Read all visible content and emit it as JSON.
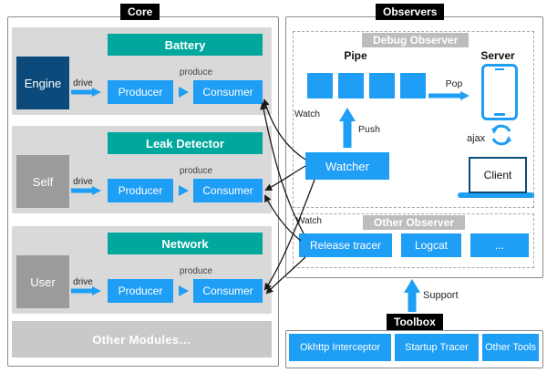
{
  "colors": {
    "accent_blue": "#1E9EF4",
    "teal": "#00A79D",
    "navy": "#0B4A7A",
    "panel_gray": "#D9D9D9",
    "source_gray": "#9B9B9B",
    "observer_label_gray": "#BDBDBD",
    "tag_black": "#000000"
  },
  "core": {
    "title": "Core",
    "rows": [
      {
        "source": "Engine",
        "module": "Battery"
      },
      {
        "source": "Self",
        "module": "Leak Detector"
      },
      {
        "source": "User",
        "module": "Network"
      }
    ],
    "labels": {
      "drive": "drive",
      "produce": "produce",
      "producer": "Producer",
      "consumer": "Consumer"
    },
    "other_modules": "Other Modules…"
  },
  "observers": {
    "title": "Observers",
    "debug": {
      "title": "Debug Observer",
      "pipe": "Pipe",
      "server": "Server",
      "pop": "Pop",
      "push": "Push",
      "watch": "Watch",
      "watcher": "Watcher",
      "ajax": "ajax",
      "client": "Client"
    },
    "other": {
      "title": "Other Observer",
      "watch": "Watch",
      "items": [
        "Release tracer",
        "Logcat",
        "..."
      ]
    }
  },
  "toolbox": {
    "title": "Toolbox",
    "support": "Support",
    "tools": [
      "Okhttp Interceptor",
      "Startup Tracer",
      "Other Tools"
    ]
  }
}
